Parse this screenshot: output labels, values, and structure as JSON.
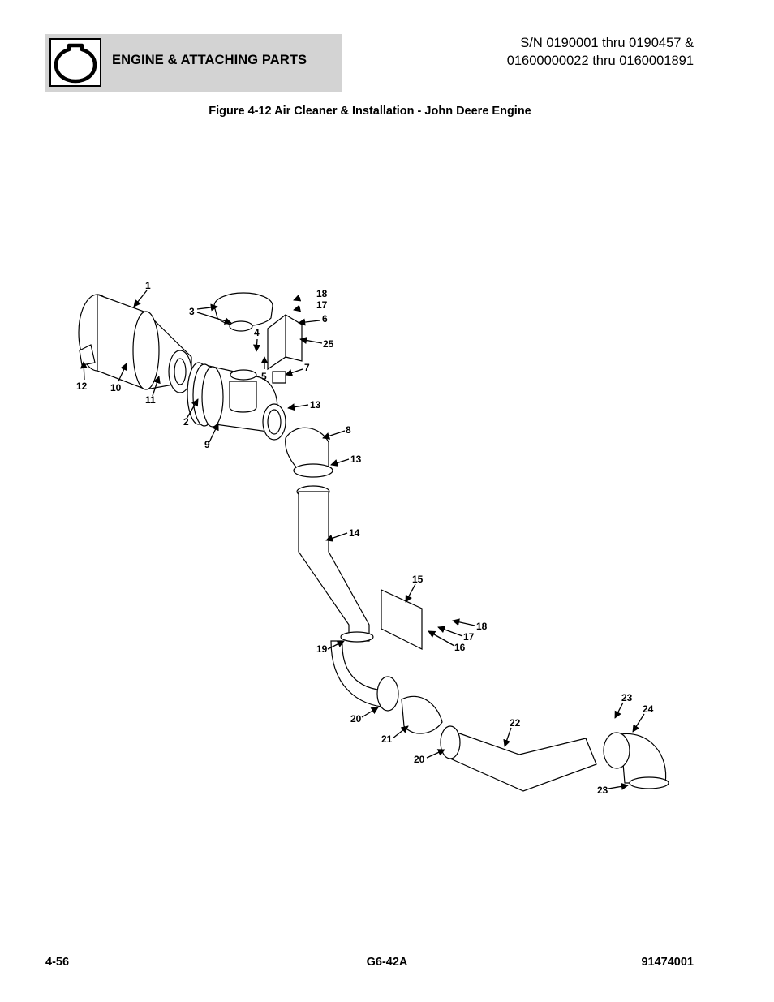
{
  "header": {
    "icon": "engine-section-icon",
    "section_title": "ENGINE & ATTACHING PARTS",
    "serial_line1": "S/N 0190001 thru 0190457 &",
    "serial_line2": "01600000022 thru 0160001891"
  },
  "figure": {
    "title": "Figure 4-12 Air Cleaner & Installation - John Deere Engine",
    "callouts": [
      "1",
      "3",
      "18",
      "17",
      "6",
      "4",
      "25",
      "7",
      "5",
      "12",
      "10",
      "11",
      "2",
      "13",
      "9",
      "8",
      "13",
      "14",
      "15",
      "18",
      "17",
      "16",
      "19",
      "20",
      "21",
      "20",
      "22",
      "23",
      "24",
      "23"
    ]
  },
  "footer": {
    "page": "4-56",
    "model": "G6-42A",
    "part_number": "91474001"
  }
}
